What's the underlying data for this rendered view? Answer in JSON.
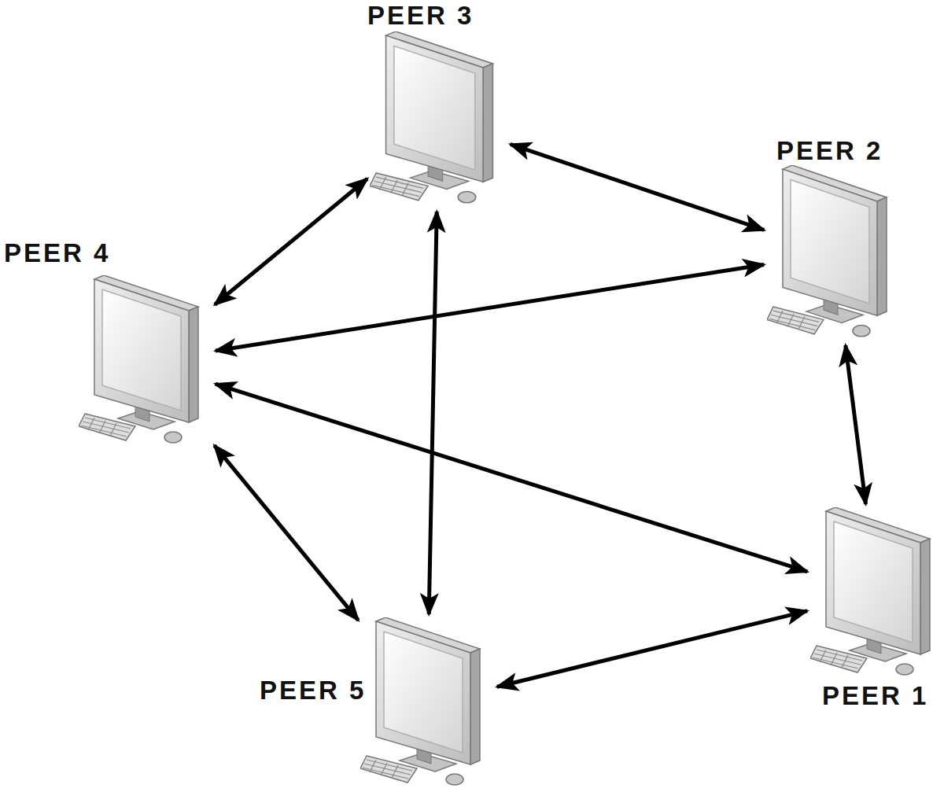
{
  "diagram": {
    "nodes": [
      {
        "text": [
          "PEER 3"
        ]
      },
      {
        "text": [
          "PEER 2"
        ]
      },
      {
        "text": [
          "PEER 4"
        ]
      },
      {
        "text": [
          "PEER 1"
        ]
      },
      {
        "text": [
          "PEER 5"
        ]
      }
    ],
    "edges": [
      {
        "from": 0,
        "to": 1,
        "arrow": "both"
      },
      {
        "from": 0,
        "to": 2,
        "arrow": "both"
      },
      {
        "from": 2,
        "to": 1,
        "arrow": "both"
      },
      {
        "from": 1,
        "to": 3,
        "arrow": "both"
      },
      {
        "from": 2,
        "to": 3,
        "arrow": "both"
      },
      {
        "from": 2,
        "to": 4,
        "arrow": "both"
      },
      {
        "from": 0,
        "to": 4,
        "arrow": "both"
      },
      {
        "from": 4,
        "to": 3,
        "arrow": "both"
      }
    ]
  }
}
